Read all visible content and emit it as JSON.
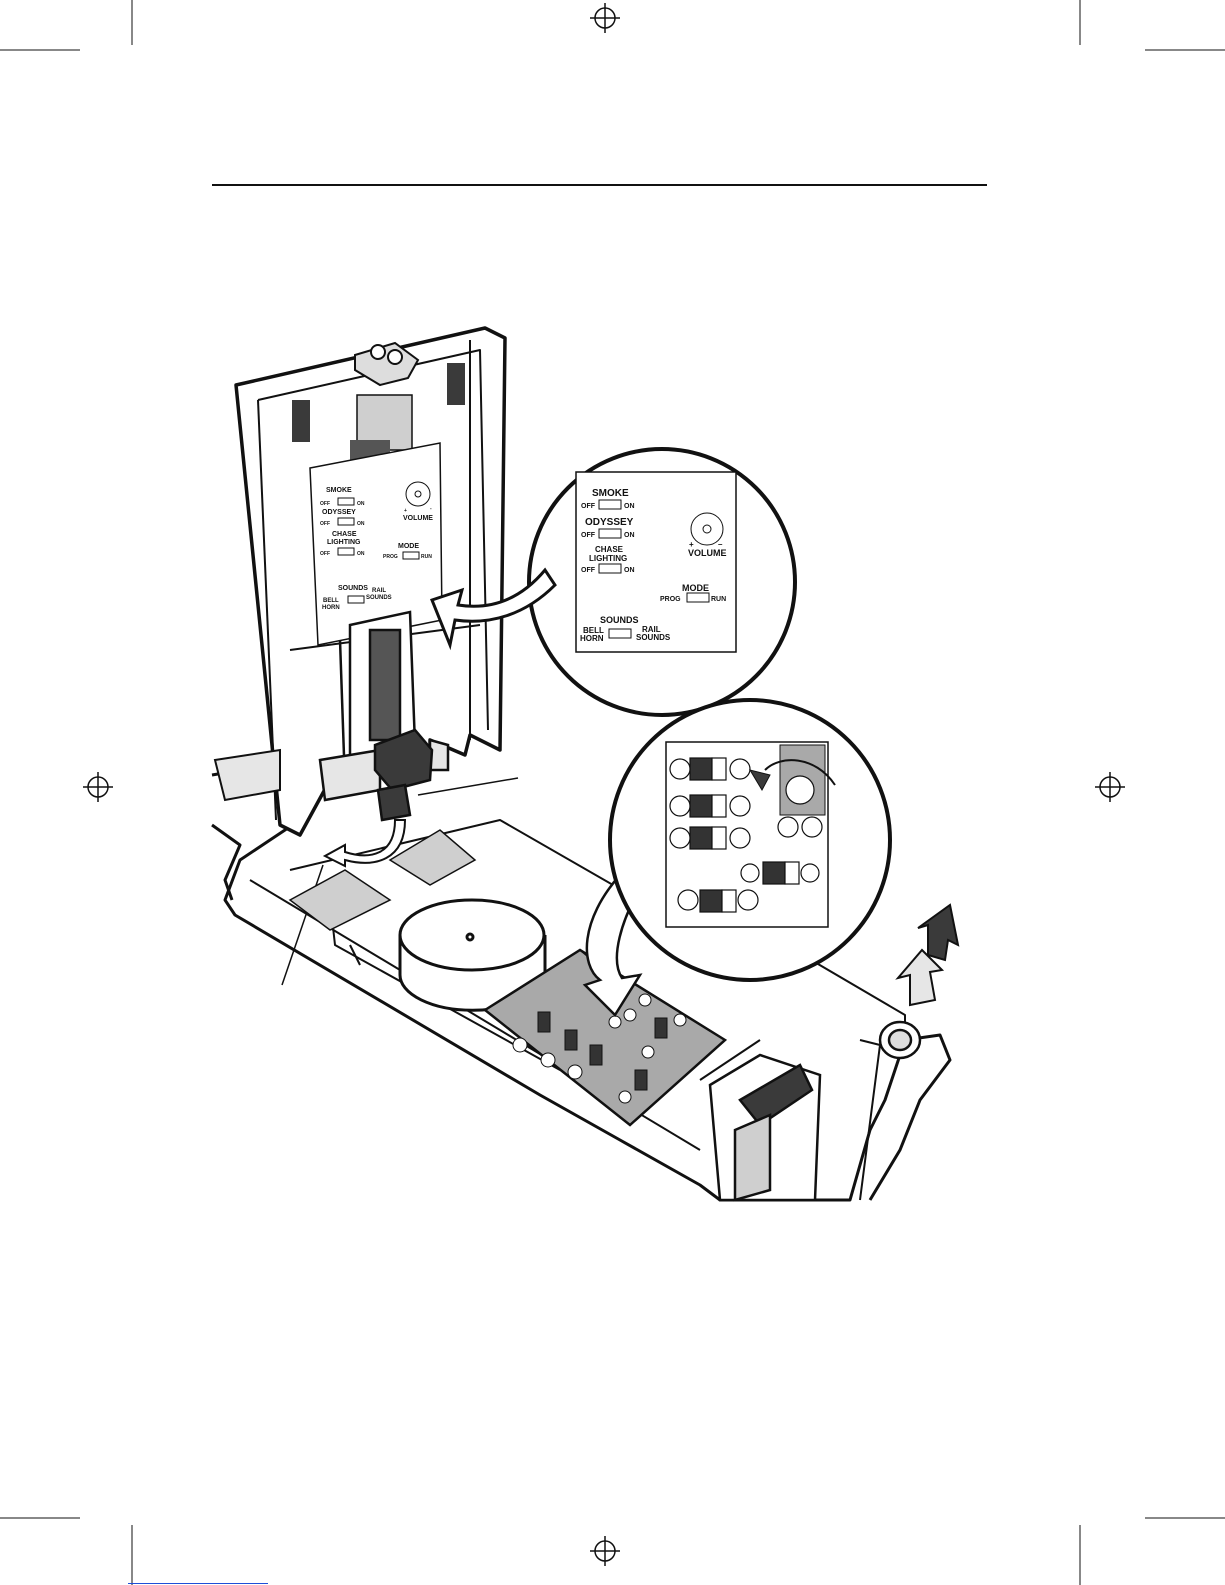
{
  "panel_small": {
    "smoke": "SMOKE",
    "odyssey": "ODYSSEY",
    "chase1": "CHASE",
    "chase2": "LIGHTING",
    "off": "OFF",
    "on": "ON",
    "volume": "VOLUME",
    "plus": "+",
    "minus": "-",
    "mode": "MODE",
    "prog": "PROG",
    "run": "RUN",
    "sounds": "SOUNDS",
    "bell": "BELL",
    "horn": "HORN",
    "rail": "RAIL",
    "rail_sounds": "SOUNDS"
  },
  "panel_zoom": {
    "smoke": "SMOKE",
    "odyssey": "ODYSSEY",
    "chase1": "CHASE",
    "chase2": "LIGHTING",
    "off": "OFF",
    "on": "ON",
    "volume": "VOLUME",
    "plus": "+",
    "minus": "–",
    "mode": "MODE",
    "prog": "PROG",
    "run": "RUN",
    "sounds": "SOUNDS",
    "bell": "BELL",
    "horn": "HORN",
    "rail": "RAIL",
    "rail_sounds": "SOUNDS"
  },
  "colors": {
    "line": "#111111",
    "gray_dark": "#3a3a3a",
    "gray_mid": "#8a8a8a",
    "gray_light": "#cfcfcf",
    "pcb": "#a9a9a9",
    "link": "#1f4fd8"
  }
}
